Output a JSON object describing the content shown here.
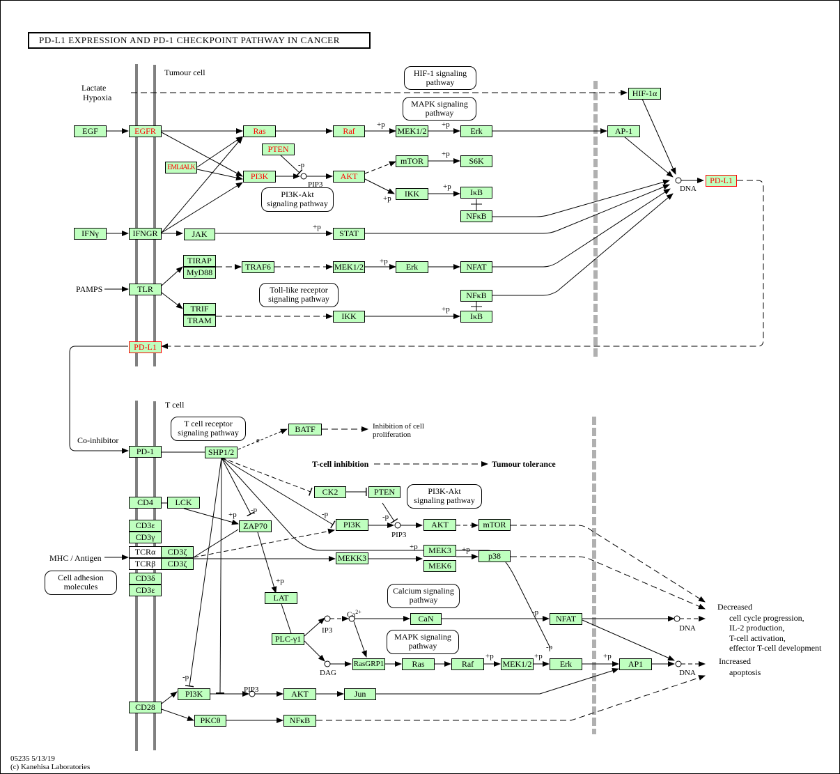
{
  "title": "PD-L1 EXPRESSION AND PD-1 CHECKPOINT PATHWAY IN CANCER",
  "footer": {
    "id_date": "05235 5/13/19",
    "copyright": "(c) Kanehisa Laboratories"
  },
  "colors": {
    "gene_fill": "#bfffbf",
    "highlight_text": "#ff0000",
    "membrane": "#808080",
    "nucleus_boundary": "#b0b0b0"
  },
  "compartments": {
    "tumour": "Tumour cell",
    "tcell": "T cell"
  },
  "labels": {
    "lactate": "Lactate",
    "hypoxia": "Hypoxia",
    "pamps": "PAMPS",
    "co_inhibitor": "Co-inhibitor",
    "mhc_antigen": "MHC / Antigen",
    "dna": "DNA",
    "pip3": "PIP3",
    "ip3": "IP3",
    "dag": "DAG",
    "ca": "Ca",
    "ca_sup": "2+",
    "plus_p": "+p",
    "minus_p": "-p",
    "e": "e",
    "inhib_prolif_1": "Inhibition of cell",
    "inhib_prolif_2": "proliferation",
    "tcell_inhibition": "T-cell inhibition",
    "tumour_tolerance": "Tumour tolerance",
    "decreased": "Decreased",
    "dec_1": "cell cycle progression,",
    "dec_2": "IL-2 production,",
    "dec_3": "T-cell activation,",
    "dec_4": "effector T-cell development",
    "increased": "Increased",
    "apoptosis": "apoptosis"
  },
  "pathways": {
    "hif1": [
      "HIF-1 signaling",
      "pathway"
    ],
    "mapk_top": [
      "MAPK signaling",
      "pathway"
    ],
    "pi3k_top": [
      "PI3K-Akt",
      "signaling pathway"
    ],
    "tlr": [
      "Toll-like receptor",
      "signaling pathway"
    ],
    "tcr": [
      "T cell receptor",
      "signaling pathway"
    ],
    "pi3k_bottom": [
      "PI3K-Akt",
      "signaling pathway"
    ],
    "cell_adhesion": [
      "Cell adhesion",
      "molecules"
    ],
    "calcium": [
      "Calcium signaling",
      "pathway"
    ],
    "mapk_bottom": [
      "MAPK signaling",
      "pathway"
    ]
  },
  "nodes": {
    "egf": "EGF",
    "egfr": "EGFR",
    "ras_t": "Ras",
    "raf_t": "Raf",
    "mek_t": "MEK1/2",
    "erk_t": "Erk",
    "ap1_t": "AP-1",
    "hif1a": "HIF-1α",
    "pten_t": "PTEN",
    "eml4alk": "EML4ALK",
    "pi3k_t": "PI3K",
    "akt_t": "AKT",
    "mtor_t": "mTOR",
    "s6k": "S6K",
    "ikk_t": "IKK",
    "ikb_t": "IκB",
    "nfkb_t": "NFκB",
    "pdl1_nuc": "PD-L1",
    "ifng": "IFNγ",
    "ifngr": "IFNGR",
    "jak": "JAK",
    "stat": "STAT",
    "tirap": "TIRAP",
    "myd88": "MyD88",
    "traf6": "TRAF6",
    "mek_tlr": "MEK1/2",
    "erk_tlr": "Erk",
    "nfat_tlr": "NFAT",
    "tlr": "TLR",
    "trif": "TRIF",
    "tram": "TRAM",
    "ikk_tlr": "IKK",
    "nfkb_tlr": "NFκB",
    "ikb_tlr": "IκB",
    "pdl1_mem": "PD-L1",
    "pd1": "PD-1",
    "shp": "SHP1/2",
    "batf": "BATF",
    "ck2": "CK2",
    "pten_b": "PTEN",
    "cd4": "CD4",
    "lck": "LCK",
    "zap70": "ZAP70",
    "pi3k_b": "PI3K",
    "akt_b": "AKT",
    "mtor_b": "mTOR",
    "cd3e1": "CD3ε",
    "cd3g": "CD3γ",
    "tcra": "TCRα",
    "tcrb": "TCRβ",
    "cd3z1": "CD3ζ",
    "cd3z2": "CD3ζ",
    "cd3d": "CD3δ",
    "cd3e2": "CD3ε",
    "mekk3": "MEKK3",
    "mek3": "MEK3",
    "mek6": "MEK6",
    "p38": "p38",
    "lat": "LAT",
    "plc": "PLC-γ1",
    "can": "CaN",
    "nfat_b": "NFAT",
    "rasgrp1": "RasGRP1",
    "ras_b": "Ras",
    "raf_b": "Raf",
    "mek_b": "MEK1/2",
    "erk_b": "Erk",
    "ap1_b": "AP1",
    "cd28": "CD28",
    "pi3k_cd28": "PI3K",
    "akt_cd28": "AKT",
    "jun": "Jun",
    "pkct": "PKCθ",
    "nfkb_b": "NFκB"
  }
}
